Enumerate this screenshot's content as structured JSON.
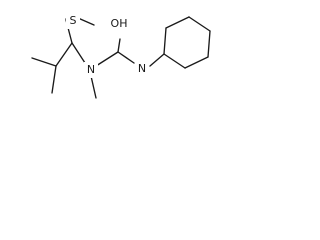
{
  "molecule": {
    "atoms": {
      "s": "S",
      "oh": "OH",
      "n_tertiary": "N",
      "n_amide": "N"
    }
  }
}
